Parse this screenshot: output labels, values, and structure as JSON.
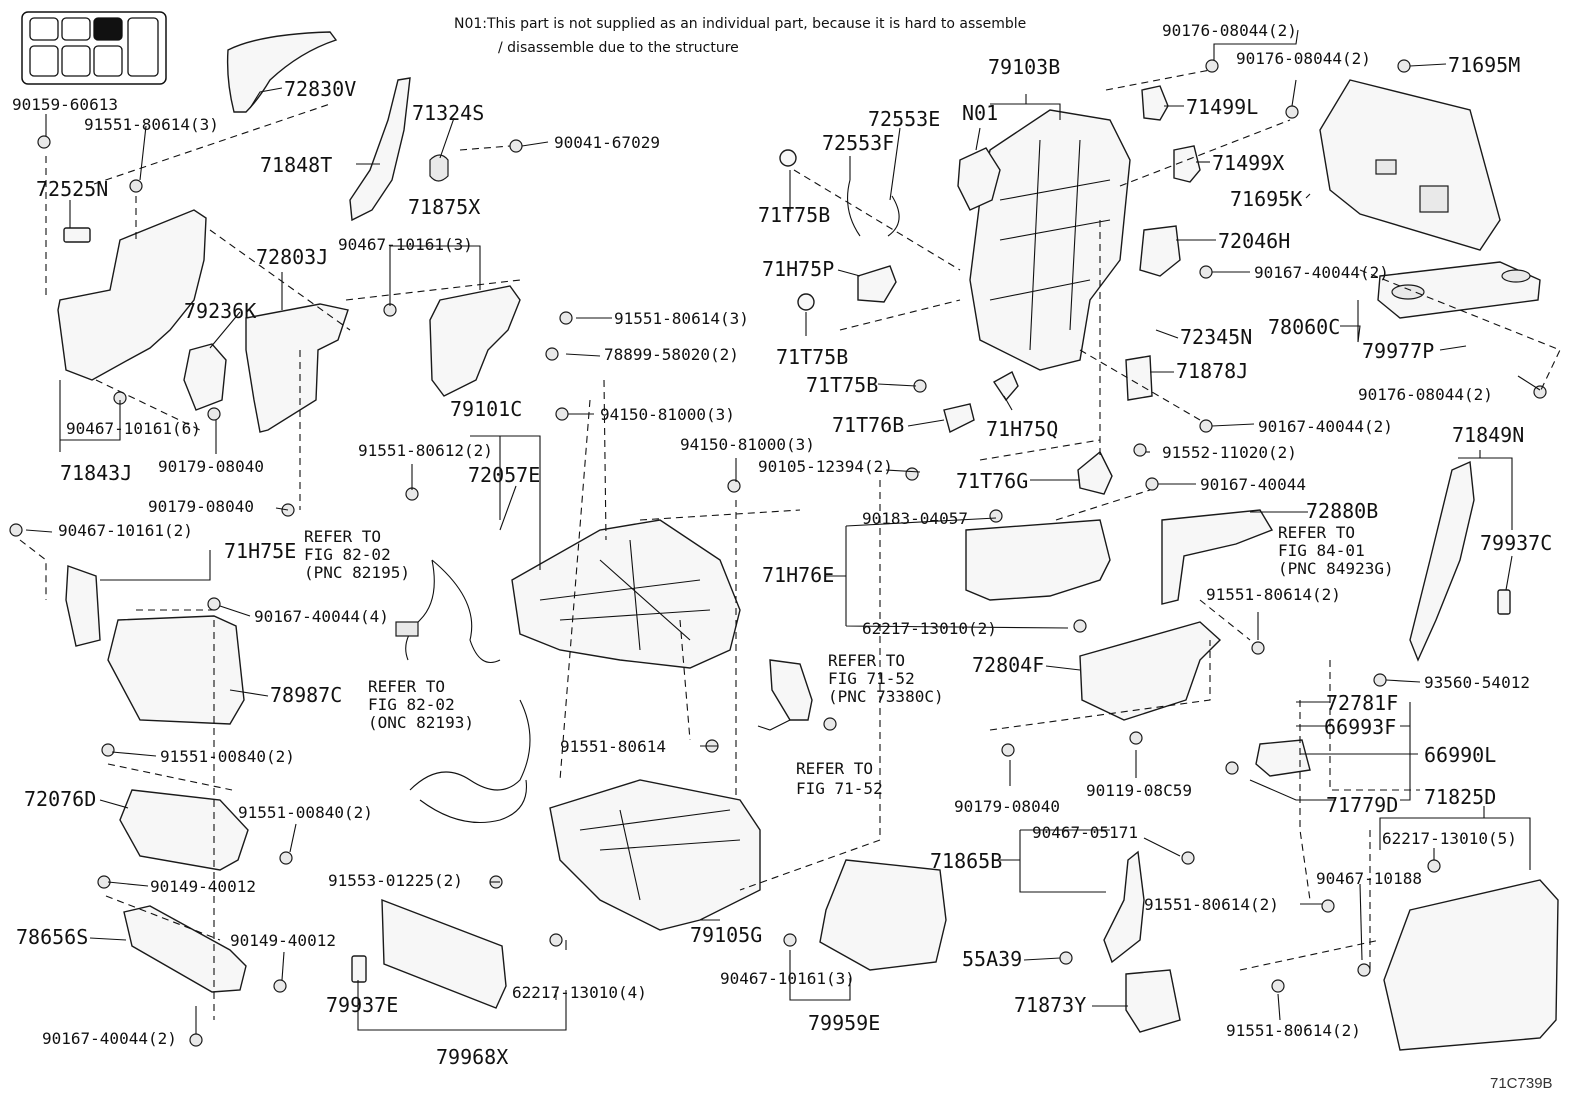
{
  "note": {
    "line1": "N01:This part is not supplied as an individual part, because it is hard to assemble",
    "line2": "/ disassemble due to the structure"
  },
  "image_id": "71C739B",
  "labels": {
    "l90159": "90159-60613",
    "l91551a": "91551-80614(3)",
    "l72830V": "72830V",
    "l71324S": "71324S",
    "l90041": "90041-67029",
    "l71848T": "71848T",
    "l72525N": "72525N",
    "l71875X": "71875X",
    "l90467a": "90467-10161(3)",
    "l72803J": "72803J",
    "l79236K": "79236K",
    "l91551b": "91551-80614(3)",
    "l78899": "78899-58020(2)",
    "l90467b": "90467-10161(6)",
    "l71843J": "71843J",
    "l90179a": "90179-08040",
    "l90179b": "90179-08040",
    "l79101C": "79101C",
    "l94150a": "94150-81000(3)",
    "l94150b": "94150-81000(3)",
    "l91551c": "91551-80612(2)",
    "l72057E": "72057E",
    "l90105": "90105-12394(2)",
    "l90467c": "90467-10161(2)",
    "l71H75E": "71H75E",
    "l90167a": "90167-40044(4)",
    "l78987C": "78987C",
    "l91551d": "91551-00840(2)",
    "l72076D": "72076D",
    "l91551e": "91551-00840(2)",
    "l90149a": "90149-40012",
    "l78656S": "78656S",
    "l90149b": "90149-40012",
    "l90167b": "90167-40044(2)",
    "l79937E": "79937E",
    "l79968X": "79968X",
    "l62217a": "62217-13010(4)",
    "l91553": "91553-01225(2)",
    "l79105G": "79105G",
    "l90467d": "90467-10161(3)",
    "l79959E": "79959E",
    "l91551f": "91551-80614",
    "l79103B": "79103B",
    "lN01": "N01",
    "l72553E": "72553E",
    "l72553F": "72553F",
    "l71T75Ba": "71T75B",
    "l71H75P": "71H75P",
    "l71T75Bb": "71T75B",
    "l71T75Bc": "71T75B",
    "l71T76B": "71T76B",
    "l71H75Q": "71H75Q",
    "l71T76G": "71T76G",
    "l90176a": "90176-08044(2)",
    "l90176b": "90176-08044(2)",
    "l71695M": "71695M",
    "l71499L": "71499L",
    "l71499X": "71499X",
    "l71695K": "71695K",
    "l72046H": "72046H",
    "l90167c": "90167-40044(2)",
    "l78060C": "78060C",
    "l79977P": "79977P",
    "l72345N": "72345N",
    "l71878J": "71878J",
    "l90176c": "90176-08044(2)",
    "l90167d": "90167-40044(2)",
    "l91552": "91552-11020(2)",
    "l90167e": "90167-40044",
    "l71849N": "71849N",
    "l72880B": "72880B",
    "l79937C": "79937C",
    "l90183": "90183-04057",
    "l71H76E": "71H76E",
    "l62217b": "62217-13010(2)",
    "l91551g": "91551-80614(2)",
    "l72804F": "72804F",
    "l93560": "93560-54012",
    "l72781F": "72781F",
    "l66993F": "66993F",
    "l66990L": "66990L",
    "l90179c": "90179-08040",
    "l90119": "90119-08C59",
    "l71779D": "71779D",
    "l71825D": "71825D",
    "l62217c": "62217-13010(5)",
    "l90467e": "90467-05171",
    "l71865B": "71865B",
    "l90467f": "90467-10188",
    "l91551h": "91551-80614(2)",
    "l55A39": "55A39",
    "l71873Y": "71873Y",
    "l91551i": "91551-80614(2)"
  },
  "refs": {
    "r1": [
      "REFER TO",
      "FIG 82-02",
      "(PNC 82195)"
    ],
    "r2": [
      "REFER TO",
      "FIG 82-02",
      "(ONC 82193)"
    ],
    "r3": [
      "REFER TO",
      "FIG 71-52",
      "(PNC 73380C)"
    ],
    "r4": [
      "REFER TO",
      "FIG 71-52"
    ],
    "r5": [
      "REFER TO",
      "FIG 84-01",
      "(PNC 84923G)"
    ]
  }
}
